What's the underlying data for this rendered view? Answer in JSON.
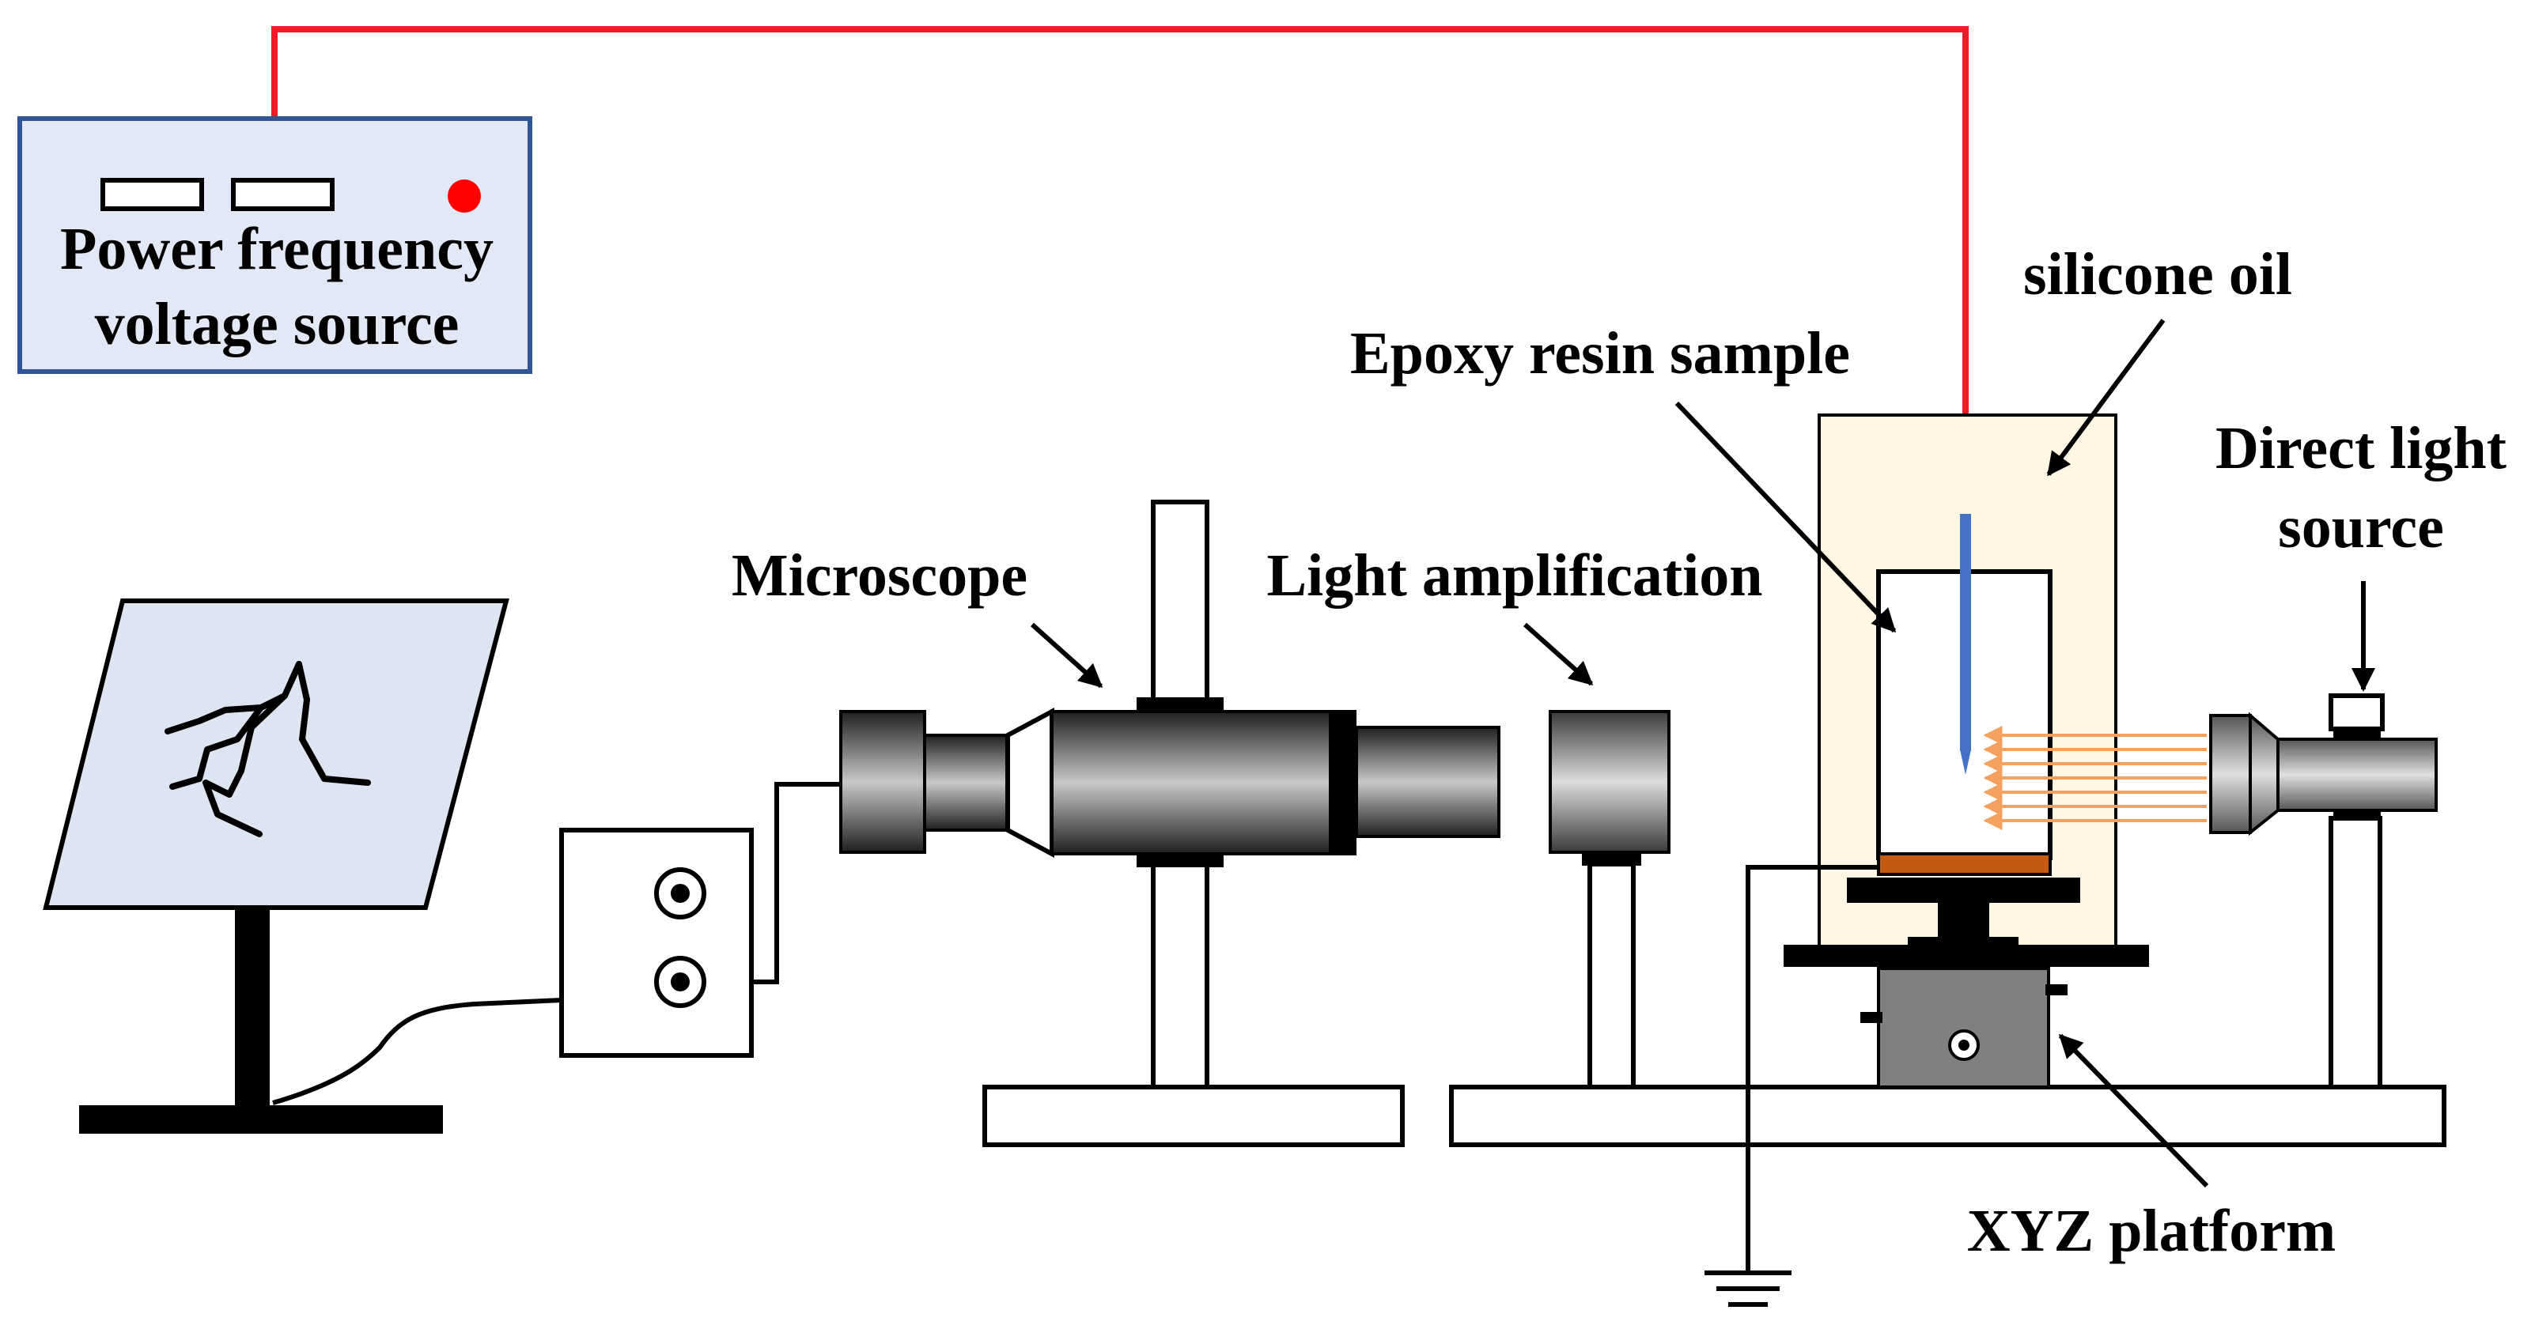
{
  "labels": {
    "power_line1": "Power frequency",
    "power_line2": "voltage source",
    "silicone_oil": "silicone oil",
    "epoxy_sample": "Epoxy resin sample",
    "direct_light_line1": "Direct light",
    "direct_light_line2": "source",
    "microscope": "Microscope",
    "light_amplification": "Light amplification",
    "xyz_platform": "XYZ platform"
  },
  "colors": {
    "hv_wire": "#ee1c25",
    "needle": "#4472c4",
    "indicator": "#ff0000",
    "source_box": "#e3e8f6",
    "source_border": "#2f5597",
    "screen": "#dde4f2",
    "oil_tank": "#fdf7e3",
    "sample_base": "#c55a11",
    "light_rays": "#f4a15d",
    "xyz_body": "#808080"
  }
}
